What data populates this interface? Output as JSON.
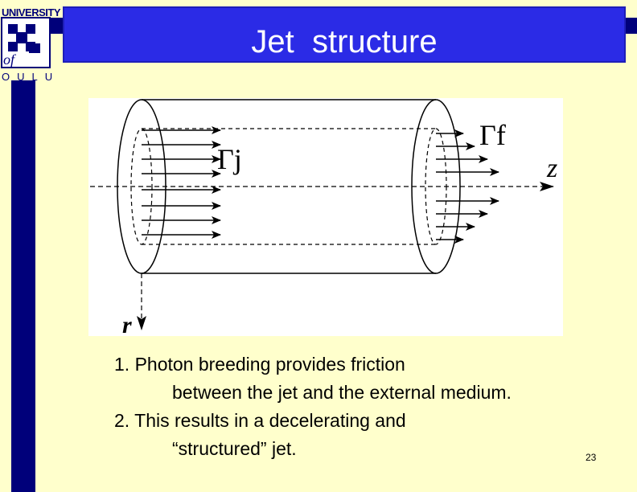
{
  "slide": {
    "title": "Jet  structure",
    "page_number": "23"
  },
  "logo": {
    "top": "UNIVERSITY",
    "middle": "of",
    "bottom": "OULU"
  },
  "diagram": {
    "label_gamma_j": "Γj",
    "label_gamma_f": "Γf",
    "label_z": "z",
    "label_r": "r"
  },
  "bullets": [
    {
      "line1": "1. Photon breeding provides friction",
      "line2": "between the jet and the external medium."
    },
    {
      "line1": "2. This results in a decelerating and",
      "line2": "“structured” jet."
    }
  ],
  "colors": {
    "background": "#FFFFCC",
    "title_box": "#2B2BE6",
    "dark_blue": "#00007A"
  }
}
